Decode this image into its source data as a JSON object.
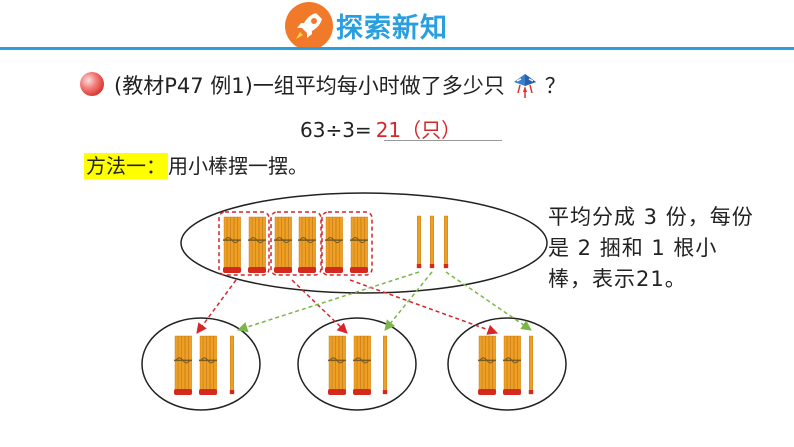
{
  "header": {
    "title": "探索新知",
    "icon": "rocket-icon"
  },
  "question": {
    "prefix": "(教材P47  例1)",
    "text": "一组平均每小时做了多少只",
    "icon": "kite-icon",
    "suffix": "？"
  },
  "equation": {
    "expression": "63÷3=",
    "answer": "21（只）"
  },
  "method": {
    "label": "方法一：",
    "text": "用小棒摆一摆。"
  },
  "note": {
    "text": "平均分成 3 份，每份是 2 捆和 1 根小棒，表示21。"
  },
  "colors": {
    "accent": "#2a9fe0",
    "badge": "#f07a2a",
    "answer": "#d4272a",
    "red_arrow": "#d4272a",
    "green_arrow": "#7ab648",
    "stick": "#f0a020"
  }
}
